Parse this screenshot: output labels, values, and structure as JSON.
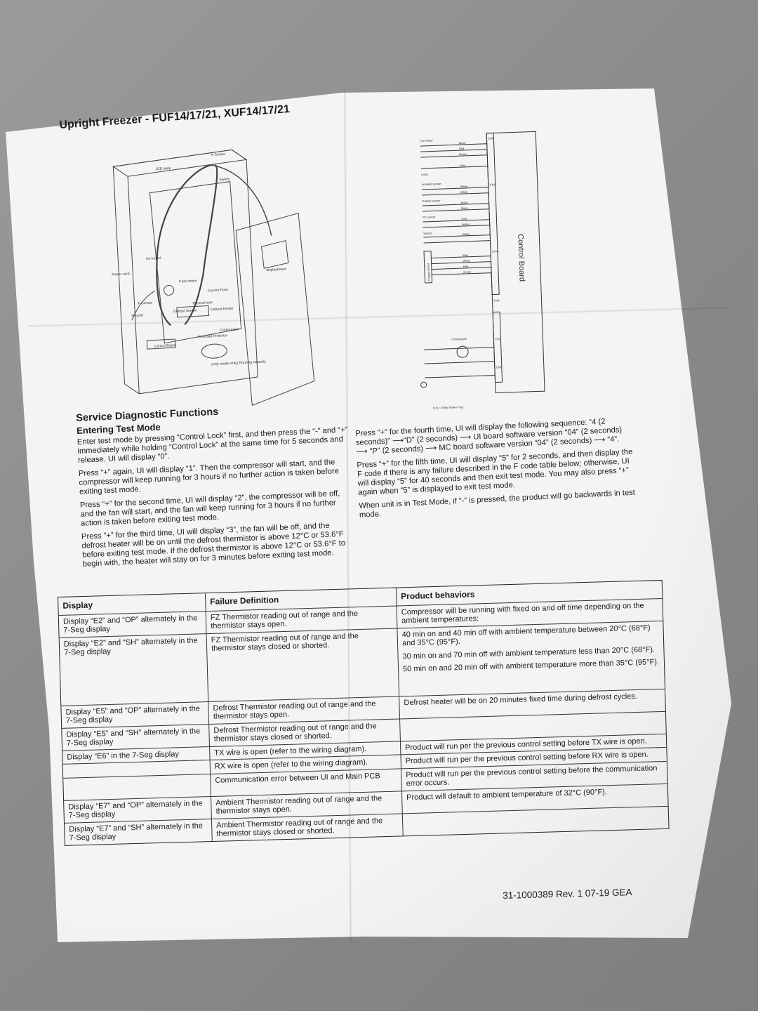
{
  "title": "Upright Freezer - FUF14/17/21, XUF14/17/21",
  "left_diagram": {
    "labels": {
      "a_sensor": "A-Sensor",
      "led_lamp": "LED lamp",
      "switch": "Switch",
      "display_board": "displayboard",
      "air_funnel": "Air funnel",
      "power_cord": "Power cord",
      "f_fan_motor": "F-fan motor",
      "f_sensor": "F-Sensor",
      "current_fuse": "Current Fuse",
      "ground": "Ground",
      "defrost_sensor": "Defrost Sensor",
      "defrost_heater": "Defrost Heater",
      "thermal_fuse": "Thermal fuse",
      "overload_protector": "Overload Protector",
      "compressor": "Compressor",
      "control_board": "Control Board",
      "running_capacity": "(only model only) Running capacity"
    }
  },
  "wiring_diagram": {
    "control_board_label": "Control Board",
    "components": [
      "Fan Motor",
      "Lamp",
      "Ambient sensor",
      "Defrost sensor",
      "FZ sensor",
      "Switch",
      "Display Board",
      "Compressor"
    ],
    "wire_colors": [
      "Black",
      "Red",
      "Brown",
      "Gray",
      "White",
      "White",
      "Black",
      "Black",
      "Gray",
      "Yellow",
      "Yellow",
      "Blue",
      "White",
      "Red",
      "Green"
    ],
    "power": "115V~ 60Hz Power Plug",
    "connectors": [
      "CN6",
      "CN5",
      "CN4",
      "CN3",
      "CN2",
      "CN1"
    ]
  },
  "service": {
    "heading": "Service Diagnostic Functions",
    "subheading": "Entering Test Mode",
    "paragraphs_left": [
      "Enter test mode by pressing “Control Lock” first, and then press the “-” and “+” immediately while holding “Control Lock” at the same time for 5 seconds and release. UI will display “0”.",
      "Press “+” again, UI will display “1”. Then the compressor will start, and the compressor will keep running for 3 hours if no further action is taken before exiting test mode.",
      "Press “+” for the second time, UI will display “2”, the compressor will be off, and the fan will start, and the fan will keep running for 3 hours if no further action is taken before exiting test mode.",
      "Press “+” for the third time, UI will display “3”, the fan will be off, and the defrost heater will be on until the defrost thermistor is above 12°C or 53.6°F before exiting test mode. If the defrost thermistor is above 12°C or 53.6°F to begin with, the heater will stay on for 3 minutes before exiting test mode."
    ],
    "paragraphs_right": [
      "Press “+” for the fourth time, UI will display the following sequence: “4 (2 seconds)” ⟶“D” (2 seconds) ⟶ UI board software version “04” (2 seconds) ⟶ “P” (2 seconds) ⟶ MC board software version “04” (2 seconds) ⟶ “4”.",
      "Press “+” for the fifth time, UI will display  “5” for 2 seconds, and then display the F code if there is any failure described in the F code table below; otherwise, UI will display “5” for 40 seconds and then exit test mode. You may also press “+” again when “5” is displayed to exit test mode.",
      "When unit is in Test Mode, if “-” is pressed, the product will go backwards in test mode."
    ]
  },
  "table": {
    "headers": [
      "Display",
      "Failure Definition",
      "Product behaviors"
    ],
    "rows": [
      {
        "display": "Display “E2” and “OP” alternately in the 7-Seg display",
        "failure": "FZ Thermistor reading out of range and the thermistor stays open.",
        "behavior": "Compressor will be running with fixed on and off time depending on the ambient temperatures:"
      },
      {
        "display": "Display “E2” and “SH” alternately in the 7-Seg display",
        "failure": "FZ Thermistor reading out of range and the thermistor stays closed or shorted.",
        "behavior": "40 min on and 40 min off with ambient temperature between 20°C (68°F) and 35°C (95°F).",
        "behavior2": "30 min on and 70 min off with ambient temperature less than 20°C (68°F).",
        "behavior3": "50 min on and 20 min off with ambient temperature more than 35°C (95°F)."
      },
      {
        "display": "Display “E5” and “OP” alternately in the 7-Seg display",
        "failure": "Defrost Thermistor reading out of range and the thermistor stays open.",
        "behavior": "Defrost heater will be on 20 minutes fixed time during defrost cycles."
      },
      {
        "display": "Display “E5” and “SH” alternately in the 7-Seg display",
        "failure": "Defrost Thermistor reading out of range and the thermistor stays closed or shorted.",
        "behavior": ""
      },
      {
        "display": "Display “E6” in the 7-Seg display",
        "failure": "TX wire is open (refer to the wiring diagram).",
        "behavior": "Product will run per the previous control setting before TX wire is open."
      },
      {
        "display": "",
        "failure": "RX wire is open (refer to the wiring diagram).",
        "behavior": "Product will run per the previous control setting before RX wire is open."
      },
      {
        "display": "",
        "failure": "Communication error between UI and Main PCB",
        "behavior": "Product will run per the previous control setting before the communication error occurs."
      },
      {
        "display": "Display “E7” and “OP” alternately in the 7-Seg display",
        "failure": "Ambient Thermistor reading out of range and the thermistor stays open.",
        "behavior": "Product will default to ambient temperature of 32°C (90°F)."
      },
      {
        "display": "Display “E7” and “SH” alternately in the 7-Seg display",
        "failure": "Ambient Thermistor reading out of range and the thermistor stays closed or shorted.",
        "behavior": ""
      }
    ]
  },
  "footer": {
    "doc_number": "31-1000389  Rev. 1   07-19 GEA"
  }
}
